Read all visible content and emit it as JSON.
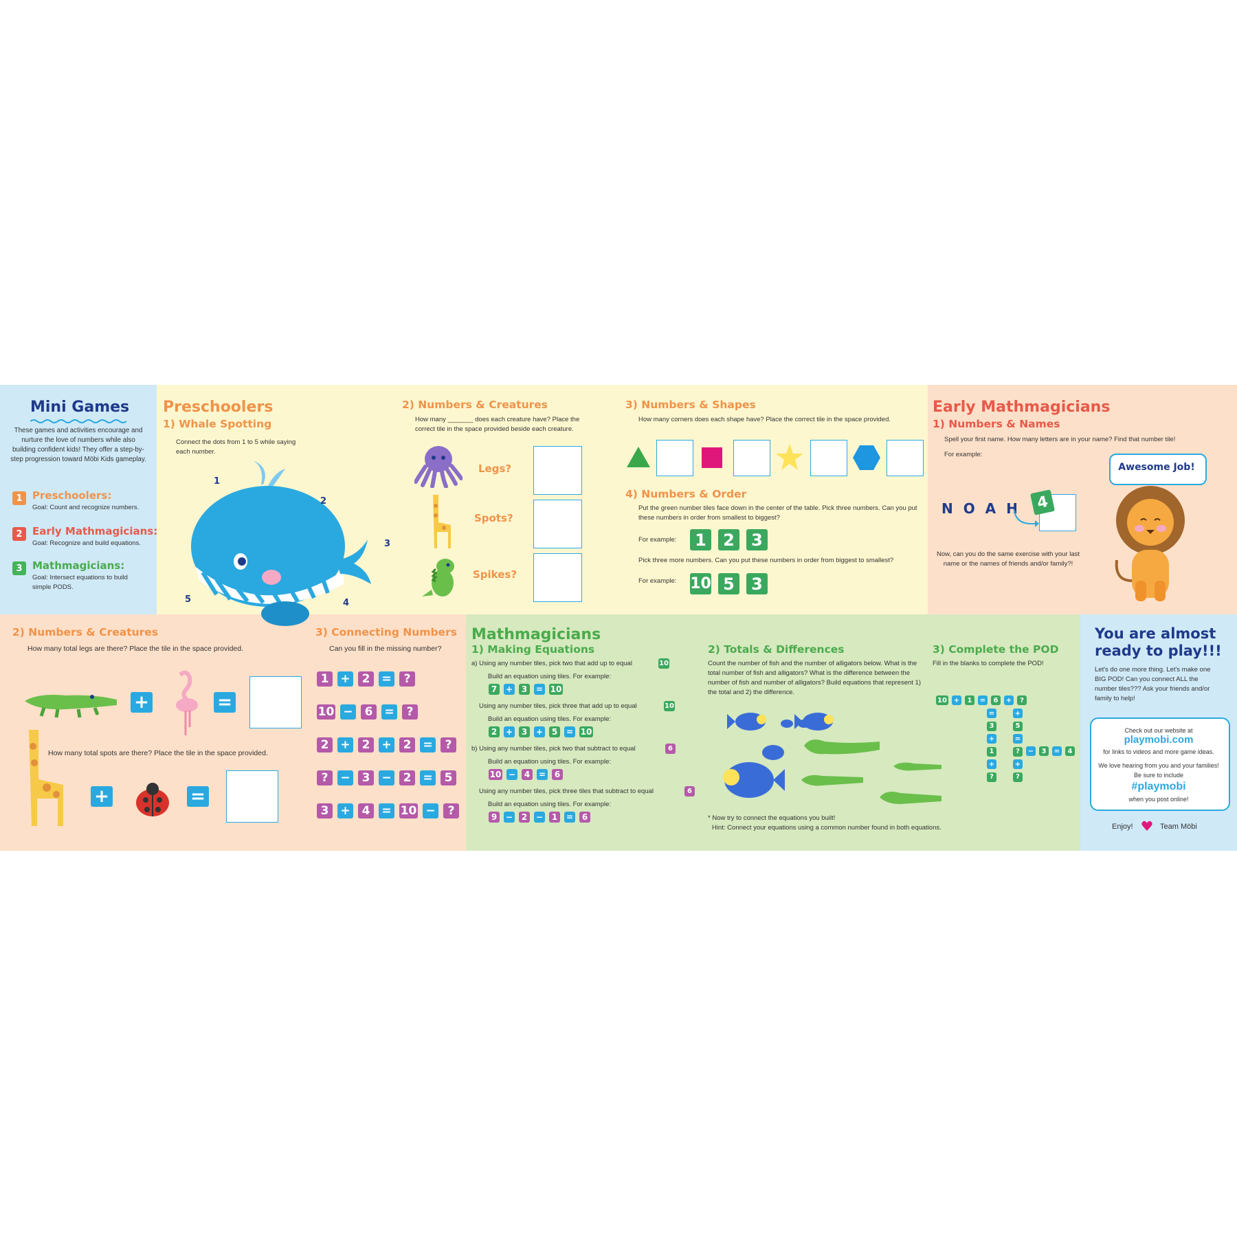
{
  "intro": {
    "title": "Mini Games",
    "text": "These games and activities encourage and nurture the love of numbers while also building confident kids! They offer a step-by-step progression toward Möbi Kids gameplay.",
    "levels": [
      {
        "num": "1",
        "name": "Preschoolers:",
        "goal": "Goal: Count and recognize numbers."
      },
      {
        "num": "2",
        "name": "Early Mathmagicians:",
        "goal": "Goal: Recognize and build equations."
      },
      {
        "num": "3",
        "name": "Mathmagicians:",
        "goal": "Goal: Intersect equations to build simple PODS."
      }
    ]
  },
  "pre": {
    "title": "Preschoolers",
    "whale": {
      "heading": "1) Whale Spotting",
      "text": "Connect the dots from 1 to 5 while saying each number.",
      "dots": [
        "1",
        "2",
        "3",
        "4",
        "5"
      ]
    },
    "creatures": {
      "heading": "2) Numbers & Creatures",
      "text": "How many _______ does each creature have? Place the correct tile in the space provided beside each creature.",
      "labels": [
        "Legs?",
        "Spots?",
        "Spikes?"
      ]
    },
    "shapes": {
      "heading": "3) Numbers & Shapes",
      "text": "How many corners does each shape have? Place the correct tile in the space provided."
    },
    "order": {
      "heading": "4) Numbers & Order",
      "text": "Put the green number tiles face down in the center of the table. Pick three numbers. Can you put these numbers in order from smallest to biggest?",
      "for_example": "For example:",
      "example1": [
        "1",
        "2",
        "3"
      ],
      "text2": "Pick three more numbers. Can you put these numbers in order from biggest to smallest?",
      "example2": [
        "10",
        "5",
        "3"
      ]
    },
    "creatures2": {
      "heading": "2) Numbers & Creatures",
      "legs_q": "How many total legs are there? Place the tile in the space provided.",
      "spots_q": "How many total spots are there? Place the tile in the space provided.",
      "plus": "+",
      "equals": "="
    },
    "connecting": {
      "heading": "3) Connecting Numbers",
      "text": "Can you fill in the missing number?",
      "rows": [
        [
          "1",
          "+",
          "2",
          "=",
          "?"
        ],
        [
          "10",
          "−",
          "6",
          "=",
          "?"
        ],
        [
          "2",
          "+",
          "2",
          "+",
          "2",
          "=",
          "?"
        ],
        [
          "?",
          "−",
          "3",
          "−",
          "2",
          "=",
          "5"
        ],
        [
          "3",
          "+",
          "4",
          "=",
          "10",
          "−",
          "?"
        ]
      ]
    }
  },
  "early": {
    "title": "Early Mathmagicians",
    "heading": "1) Numbers & Names",
    "text": "Spell your first name. How many letters are in your name? Find that number tile!",
    "for_example": "For example:",
    "name": "N O A H",
    "count": "4",
    "text2": "Now, can you do the same exercise with your last name or the names of friends and/or family?!",
    "bubble": "Awesome Job!"
  },
  "math": {
    "title": "Mathmagicians",
    "making": {
      "heading": "1) Making Equations",
      "a": "a) Using any number tiles, pick two that add up to equal",
      "a_target": "10",
      "build": "Build an equation using tiles. For example:",
      "eq1": [
        "7",
        "+",
        "3",
        "=",
        "10"
      ],
      "a2": "Using any number tiles, pick three that add up to equal",
      "a2_target": "10",
      "eq2": [
        "2",
        "+",
        "3",
        "+",
        "5",
        "=",
        "10"
      ],
      "b": "b) Using any number tiles, pick two that subtract to equal",
      "b_target": "6",
      "eq3": [
        "10",
        "−",
        "4",
        "=",
        "6"
      ],
      "b2": "Using any number tiles, pick three tiles that subtract to equal",
      "b2_target": "6",
      "eq4": [
        "9",
        "−",
        "2",
        "−",
        "1",
        "=",
        "6"
      ]
    },
    "totals": {
      "heading": "2) Totals & Differences",
      "text": "Count the number of fish and the number of alligators below. What is the total number of fish and alligators? What is the difference between the number of fish and number of alligators? Build equations that represent 1) the total and 2) the difference.",
      "note": "* Now try to connect the equations you built!",
      "hint": "Hint: Connect your equations using a common number found in both equations."
    },
    "pod": {
      "heading": "3) Complete the POD",
      "text": "Fill in the blanks to complete the POD!",
      "row1": [
        "10",
        "+",
        "1",
        "=",
        "6",
        "+",
        "?"
      ],
      "col1": [
        "=",
        "3",
        "+",
        "1",
        "+",
        "?"
      ],
      "col2": [
        "+",
        "5",
        "=",
        "?",
        "+",
        "?"
      ],
      "tail": [
        "−",
        "3",
        "=",
        "4"
      ]
    }
  },
  "ready": {
    "title_1": "You are almost",
    "title_2": "ready to play!!!",
    "text": "Let's do one more thing. Let's make one BIG POD! Can you connect ALL the number tiles??? Ask your friends and/or family to help!",
    "check": "Check out our website at",
    "url": "playmobi.com",
    "links": "for links to videos and more game ideas.",
    "love": "We love hearing from you and your families! Be sure to include",
    "hashtag": "#playmobi",
    "post": "when you post online!",
    "enjoy": "Enjoy!",
    "team": "Team Möbi"
  },
  "colors": {
    "orange": "#f0934a",
    "red": "#e8594a",
    "green": "#4aab4c",
    "navy": "#1f3a8a",
    "tile_blue": "#2aa9e0",
    "tile_pink": "#b45aa8"
  }
}
